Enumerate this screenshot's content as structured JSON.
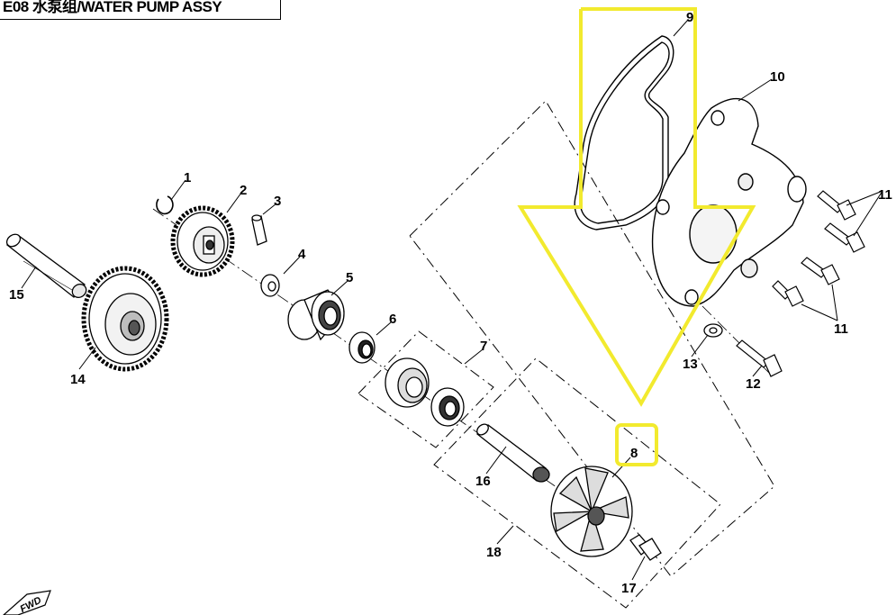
{
  "title": "E08 水泵组/WATER PUMP ASSY",
  "colors": {
    "highlight": "#f2ea2e",
    "line": "#000000",
    "background": "#ffffff"
  },
  "callouts": {
    "c1": "1",
    "c2": "2",
    "c3": "3",
    "c4": "4",
    "c5": "5",
    "c6": "6",
    "c7": "7",
    "c8": "8",
    "c9": "9",
    "c10": "10",
    "c11a": "11",
    "c11b": "11",
    "c12": "12",
    "c13": "13",
    "c14": "14",
    "c15": "15",
    "c16": "16",
    "c17": "17",
    "c18": "18"
  },
  "fwd_label": "FWD"
}
